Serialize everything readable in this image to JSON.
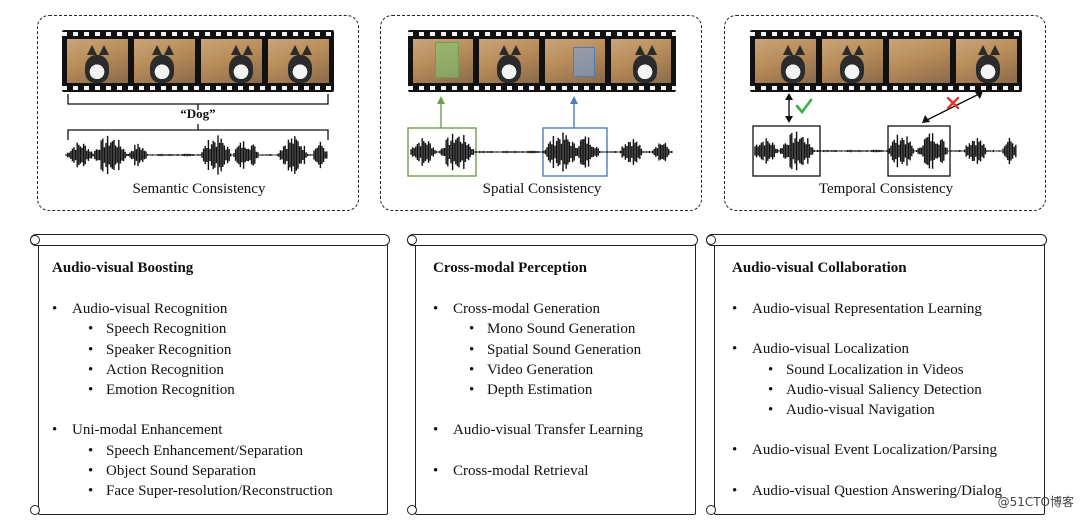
{
  "panels": [
    {
      "caption": "Semantic Consistency",
      "label": "“Dog”"
    },
    {
      "caption": "Spatial Consistency"
    },
    {
      "caption": "Temporal Consistency"
    }
  ],
  "icons": {
    "check": "check-icon",
    "cross": "cross-icon"
  },
  "colors": {
    "green": "#6fa04a",
    "blue": "#4a7fb5",
    "check": "#3cae4a",
    "cross": "#e03434"
  },
  "cards": [
    {
      "title": "Audio-visual Boosting",
      "groups": [
        {
          "item": "Audio-visual Recognition",
          "subs": [
            "Speech Recognition",
            "Speaker Recognition",
            "Action Recognition",
            "Emotion Recognition"
          ]
        },
        {
          "item": "Uni-modal Enhancement",
          "subs": [
            "Speech Enhancement/Separation",
            "Object Sound Separation",
            "Face Super-resolution/Reconstruction"
          ]
        }
      ]
    },
    {
      "title": "Cross-modal Perception",
      "groups": [
        {
          "item": "Cross-modal Generation",
          "subs": [
            "Mono Sound Generation",
            "Spatial Sound Generation",
            "Video Generation",
            "Depth Estimation"
          ]
        },
        {
          "item": "Audio-visual Transfer Learning",
          "subs": []
        },
        {
          "item": "Cross-modal Retrieval",
          "subs": []
        }
      ]
    },
    {
      "title": "Audio-visual Collaboration",
      "groups": [
        {
          "item": "Audio-visual Representation Learning",
          "subs": []
        },
        {
          "item": "Audio-visual Localization",
          "subs": [
            "Sound Localization in Videos",
            "Audio-visual Saliency Detection",
            "Audio-visual Navigation"
          ]
        },
        {
          "item": "Audio-visual Event Localization/Parsing",
          "subs": []
        },
        {
          "item": "Audio-visual Question Answering/Dialog",
          "subs": []
        }
      ]
    }
  ],
  "watermark": "@51CTO博客"
}
